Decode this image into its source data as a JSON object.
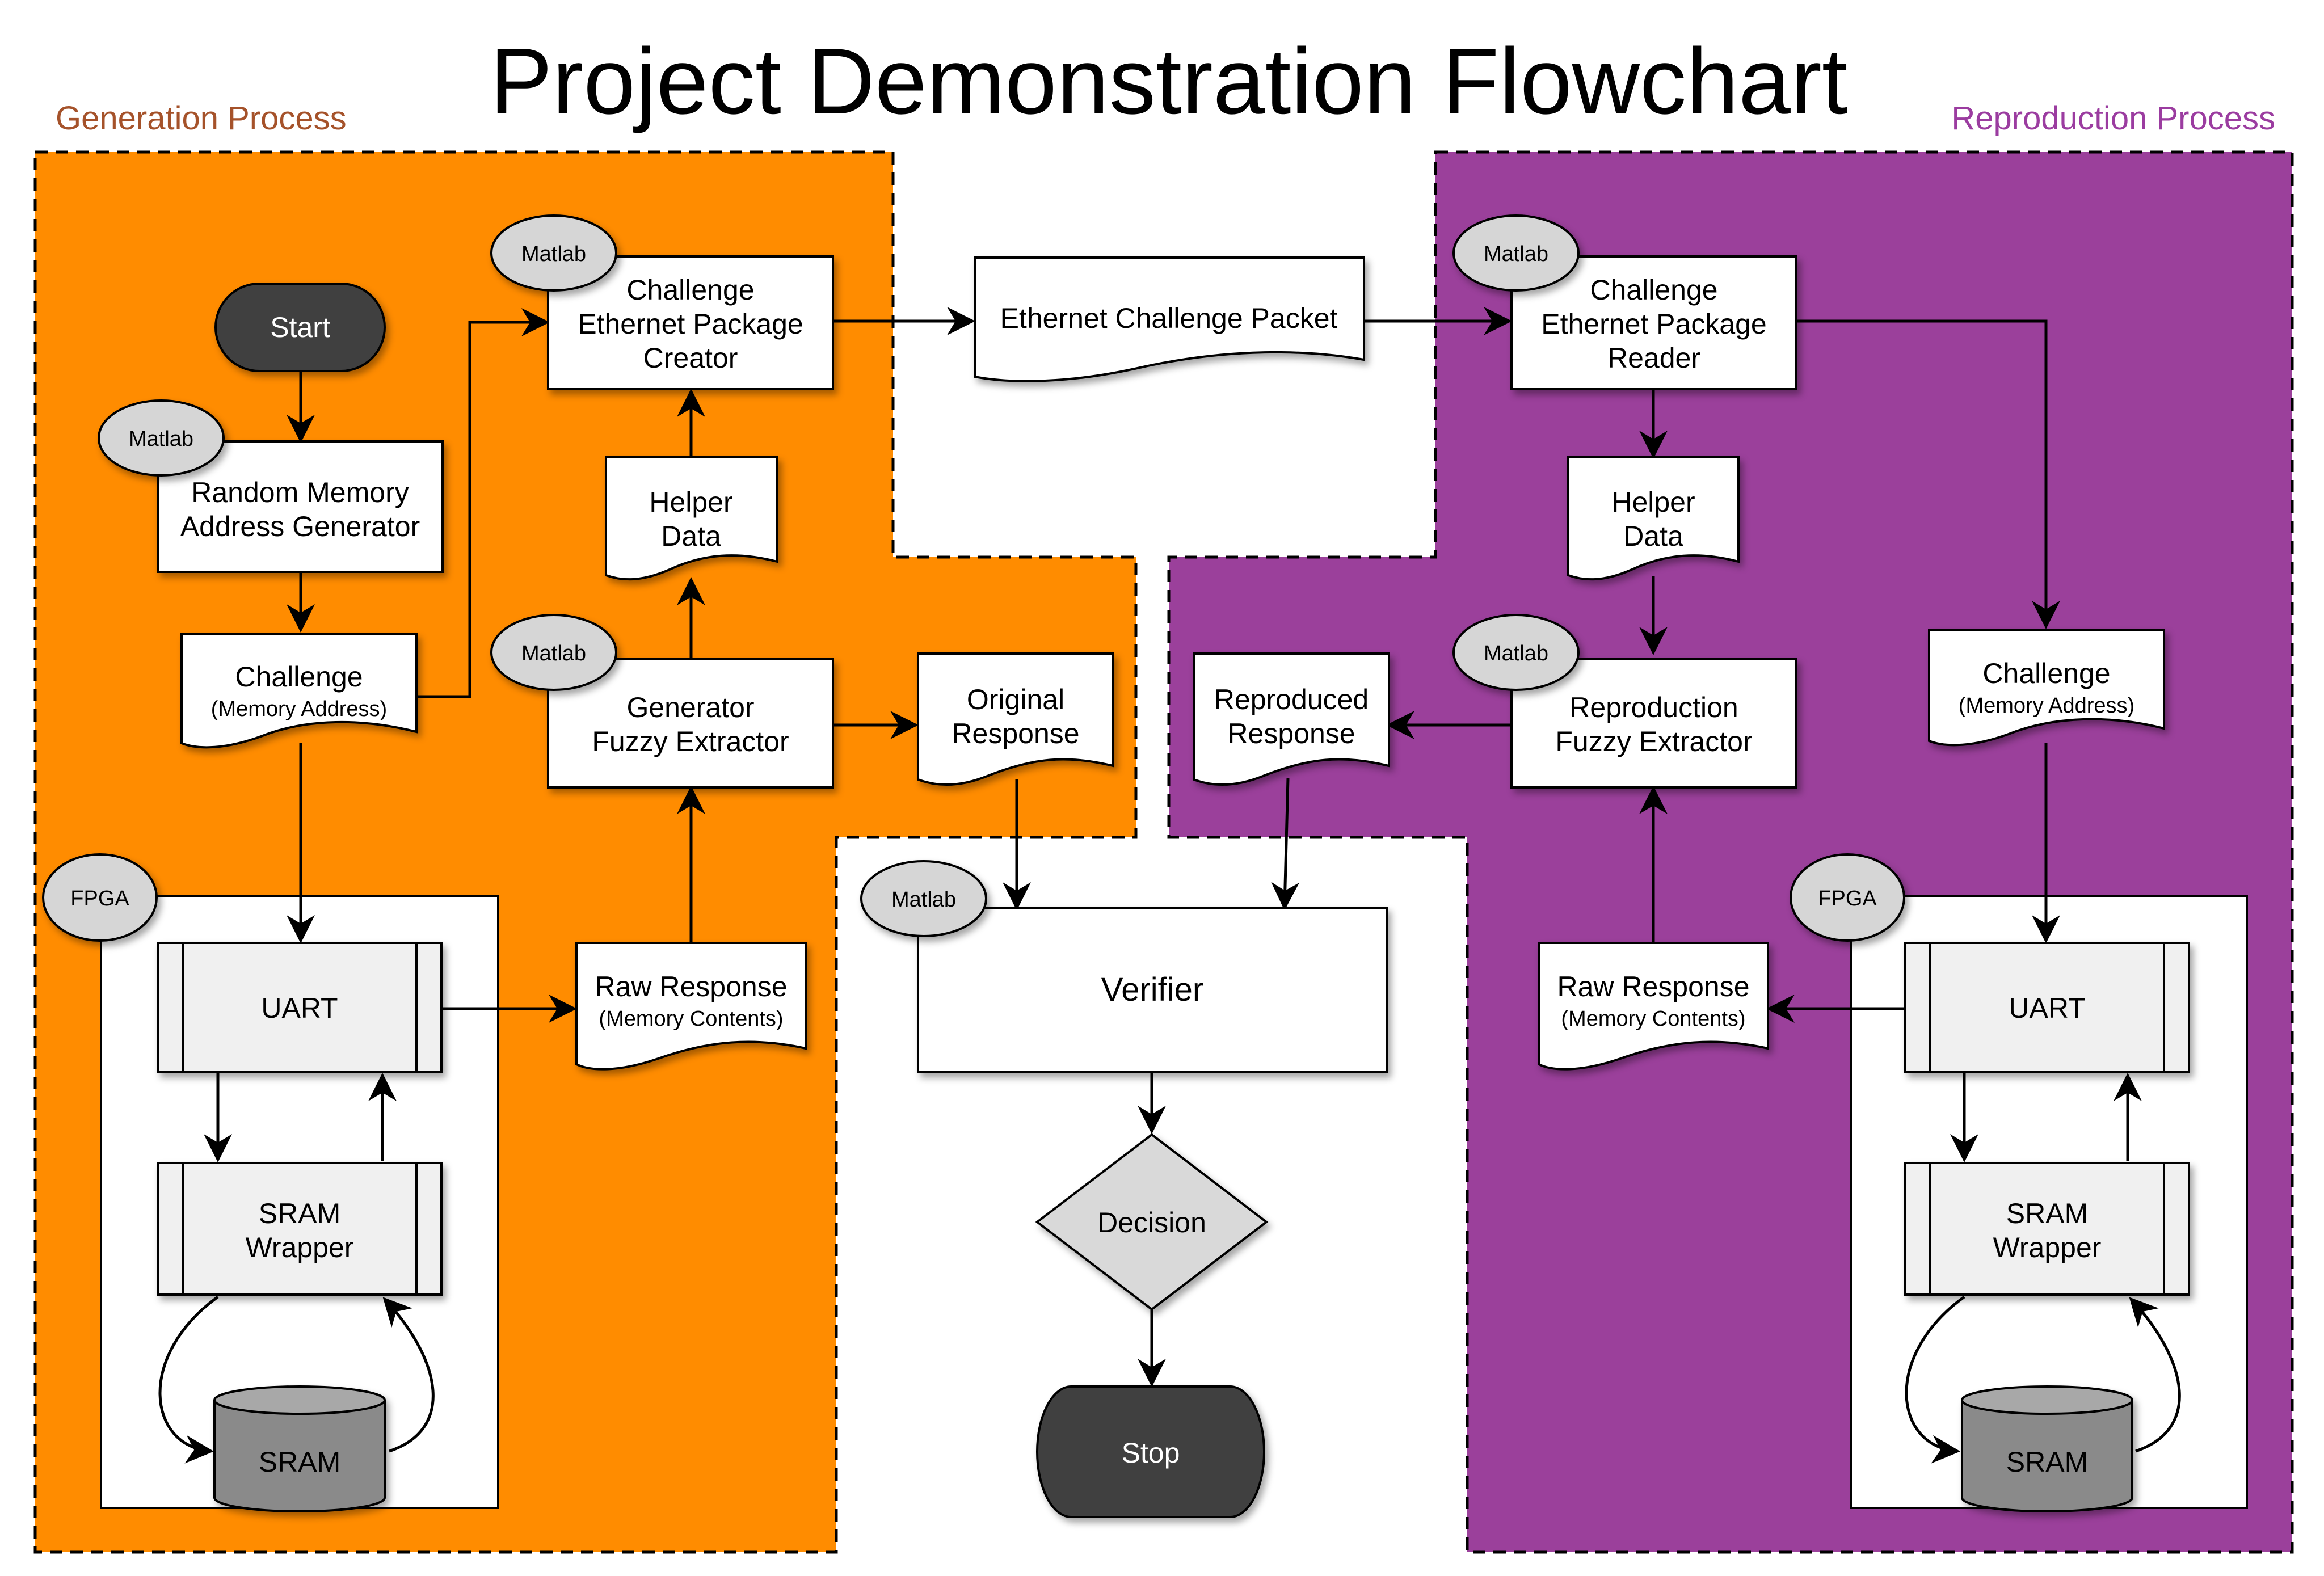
{
  "title": "Project Demonstration Flowchart",
  "regions": {
    "generation": "Generation Process",
    "reproduction": "Reproduction Process"
  },
  "colors": {
    "generation_fill": "#ff8c00",
    "generation_label": "#a5522a",
    "reproduction_fill": "#9b409b",
    "reproduction_label": "#9b3ca0",
    "terminal_fill": "#404040",
    "sram_fill": "#8a8a8a",
    "tag_fill": "#d6d6d6",
    "decision_fill": "#d9d9d9"
  },
  "tags": {
    "matlab": "Matlab",
    "fpga": "FPGA"
  },
  "gen": {
    "start": "Start",
    "rmag_1": "Random Memory",
    "rmag_2": "Address Generator",
    "challenge": "Challenge",
    "challenge_sub": "(Memory Address)",
    "cepc_1": "Challenge",
    "cepc_2": "Ethernet Package",
    "cepc_3": "Creator",
    "helper_1": "Helper",
    "helper_2": "Data",
    "gfe_1": "Generator",
    "gfe_2": "Fuzzy Extractor",
    "orig_1": "Original",
    "orig_2": "Response",
    "raw": "Raw Response",
    "raw_sub": "(Memory Contents)",
    "uart": "UART",
    "wrap_1": "SRAM",
    "wrap_2": "Wrapper",
    "sram": "SRAM"
  },
  "center": {
    "packet": "Ethernet Challenge Packet",
    "verifier": "Verifier",
    "decision": "Decision",
    "stop": "Stop"
  },
  "rep": {
    "cepr_1": "Challenge",
    "cepr_2": "Ethernet Package",
    "cepr_3": "Reader",
    "helper_1": "Helper",
    "helper_2": "Data",
    "rfe_1": "Reproduction",
    "rfe_2": "Fuzzy Extractor",
    "reproduced_1": "Reproduced",
    "reproduced_2": "Response",
    "challenge": "Challenge",
    "challenge_sub": "(Memory Address)",
    "raw": "Raw Response",
    "raw_sub": "(Memory Contents)",
    "uart": "UART",
    "wrap_1": "SRAM",
    "wrap_2": "Wrapper",
    "sram": "SRAM"
  }
}
